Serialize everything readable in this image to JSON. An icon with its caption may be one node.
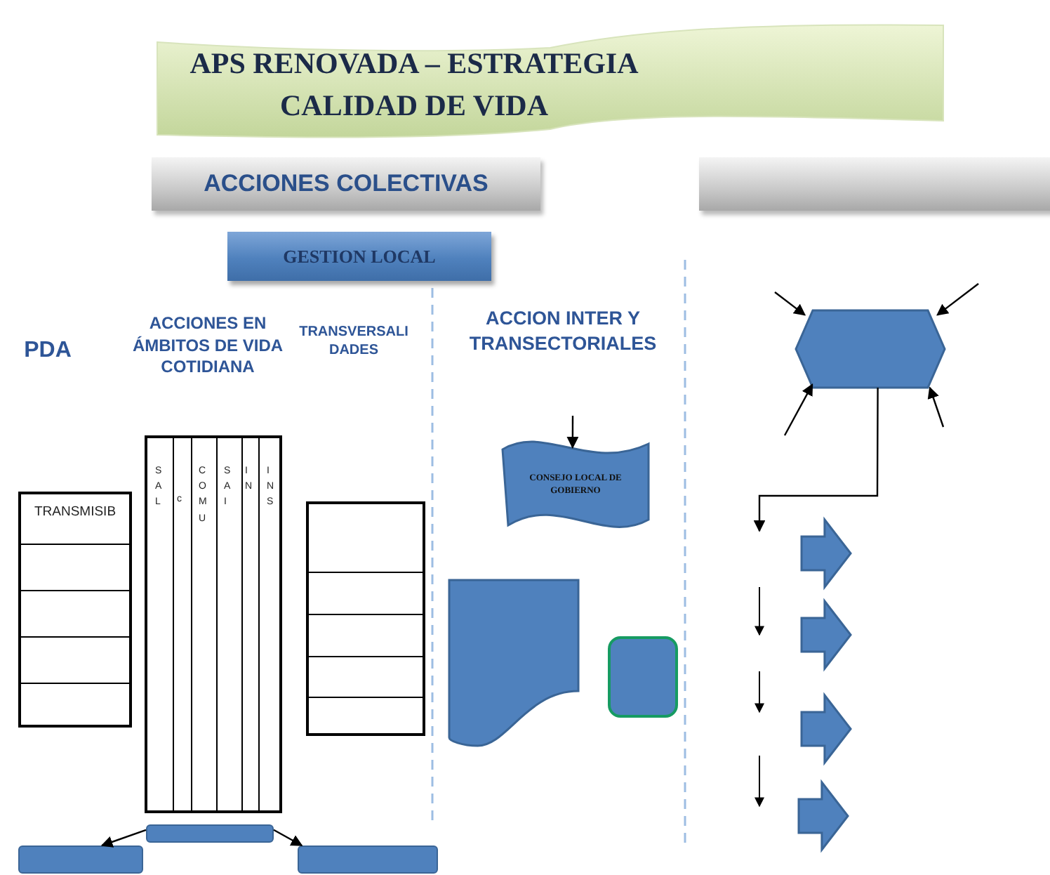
{
  "diagram": {
    "nodes": [
      {
        "text": [
          "APS RENOVADA – ESTRATEGIA CALIDAD DE VIDA"
        ]
      },
      {
        "text": [
          "ACCIONES COLECTIVAS"
        ]
      },
      {
        "text": [],
        "shape": "bar"
      },
      {
        "text": [
          "GESTION LOCAL"
        ]
      },
      {
        "text": [
          "TRANSMISIB"
        ]
      },
      {
        "text": [
          "SAL",
          "c",
          "COMU",
          "SAI",
          "IN",
          "INS"
        ]
      },
      {
        "text": [],
        "shape": "box"
      },
      {
        "text": [
          "CONSEJO LOCAL DE GOBIERNO"
        ]
      },
      {
        "text": [],
        "shape": "document"
      },
      {
        "text": [],
        "shape": "box"
      },
      {
        "text": [],
        "shape": "hexagon"
      },
      {
        "text": [],
        "shape": "arrow"
      },
      {
        "text": [],
        "shape": "arrow"
      },
      {
        "text": [],
        "shape": "arrow"
      },
      {
        "text": [],
        "shape": "arrow"
      },
      {
        "text": [],
        "shape": "bar"
      },
      {
        "text": [],
        "shape": "bar"
      },
      {
        "text": [],
        "shape": "bar"
      }
    ],
    "edges": [
      {
        "from": null,
        "to": 7,
        "arrow": "to"
      },
      {
        "from": null,
        "to": 10,
        "arrow": "to"
      },
      {
        "from": null,
        "to": 10,
        "arrow": "to"
      },
      {
        "from": null,
        "to": 10,
        "arrow": "to"
      },
      {
        "from": null,
        "to": 10,
        "arrow": "to"
      },
      {
        "from": 10,
        "to": null,
        "arrow": "to"
      },
      {
        "from": 15,
        "to": 16,
        "arrow": "to"
      },
      {
        "from": 15,
        "to": 17,
        "arrow": "to"
      }
    ],
    "labels": [
      "PDA",
      "ACCIONES EN ÁMBITOS DE VIDA COTIDIANA",
      "TRANSVERSALI DADES",
      "ACCION INTER Y TRANSECTORIALES"
    ]
  }
}
